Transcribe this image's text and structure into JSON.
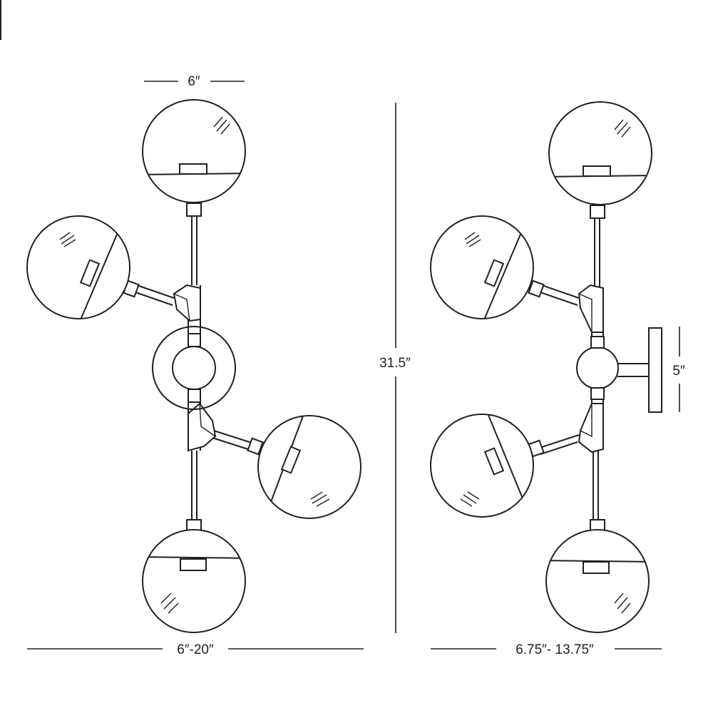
{
  "dimensions": {
    "globe_width": "6″",
    "height": "31.5″",
    "front_width": "6″-20″",
    "side_width": "6.75″- 13.75″",
    "backplate": "5″"
  },
  "colors": {
    "line": "#231f20",
    "background": "#ffffff"
  }
}
